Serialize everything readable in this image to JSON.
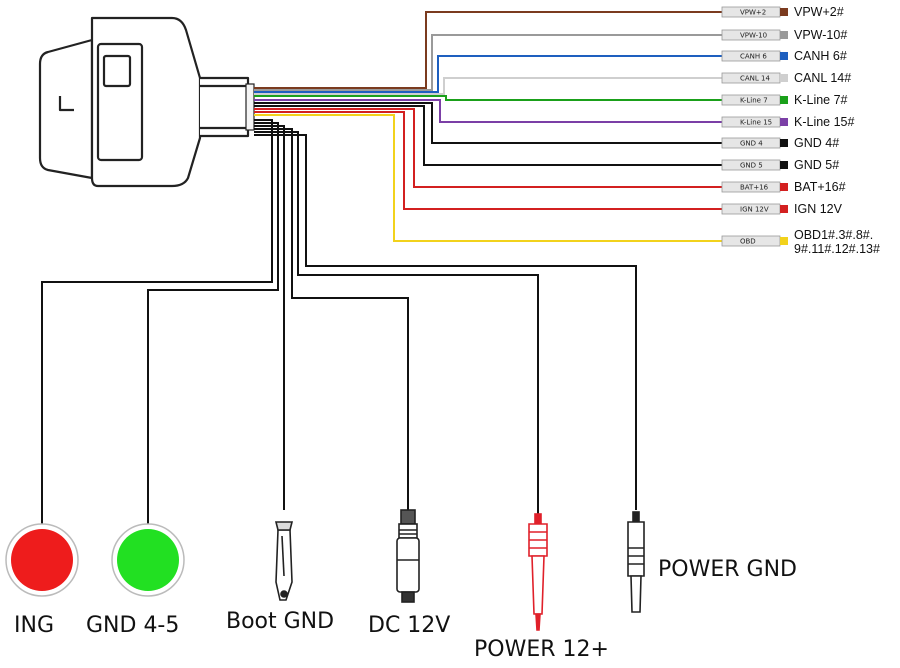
{
  "wires": [
    {
      "sleeve": "VPW+2",
      "label": "VPW+2#",
      "color": "#7b3b1f"
    },
    {
      "sleeve": "VPW-10",
      "label": "VPW-10#",
      "color": "#9a9a9a"
    },
    {
      "sleeve": "CANH 6",
      "label": "CANH 6#",
      "color": "#1e5fbf"
    },
    {
      "sleeve": "CANL 14",
      "label": "CANL 14#",
      "color": "#cfcfcf"
    },
    {
      "sleeve": "K-Line 7",
      "label": "K-Line 7#",
      "color": "#1aa01a"
    },
    {
      "sleeve": "K-Line 15",
      "label": "K-Line 15#",
      "color": "#7b3fa6"
    },
    {
      "sleeve": "GND 4",
      "label": "GND 4#",
      "color": "#111111"
    },
    {
      "sleeve": "GND 5",
      "label": "GND 5#",
      "color": "#111111"
    },
    {
      "sleeve": "BAT+16",
      "label": "BAT+16#",
      "color": "#d32020"
    },
    {
      "sleeve": "IGN 12V",
      "label": "IGN 12V",
      "color": "#d32020"
    },
    {
      "sleeve": "OBD",
      "label": "OBD1#.3#.8#.",
      "label2": "9#.11#.12#.13#",
      "color": "#f2d21c"
    }
  ],
  "terminals": [
    {
      "label": "ING",
      "type": "red-button"
    },
    {
      "label": "GND 4-5",
      "type": "green-button"
    },
    {
      "label": "Boot GND",
      "type": "alligator-clip"
    },
    {
      "label": "DC 12V",
      "type": "dc-jack"
    },
    {
      "label": "POWER 12+",
      "type": "red-banana-plug"
    },
    {
      "label": "POWER GND",
      "type": "black-banana-plug"
    }
  ],
  "colors": {
    "red_button": "#ee1c1c",
    "green_button": "#22e022",
    "red_plug": "#e0202a",
    "outline": "#222222"
  }
}
